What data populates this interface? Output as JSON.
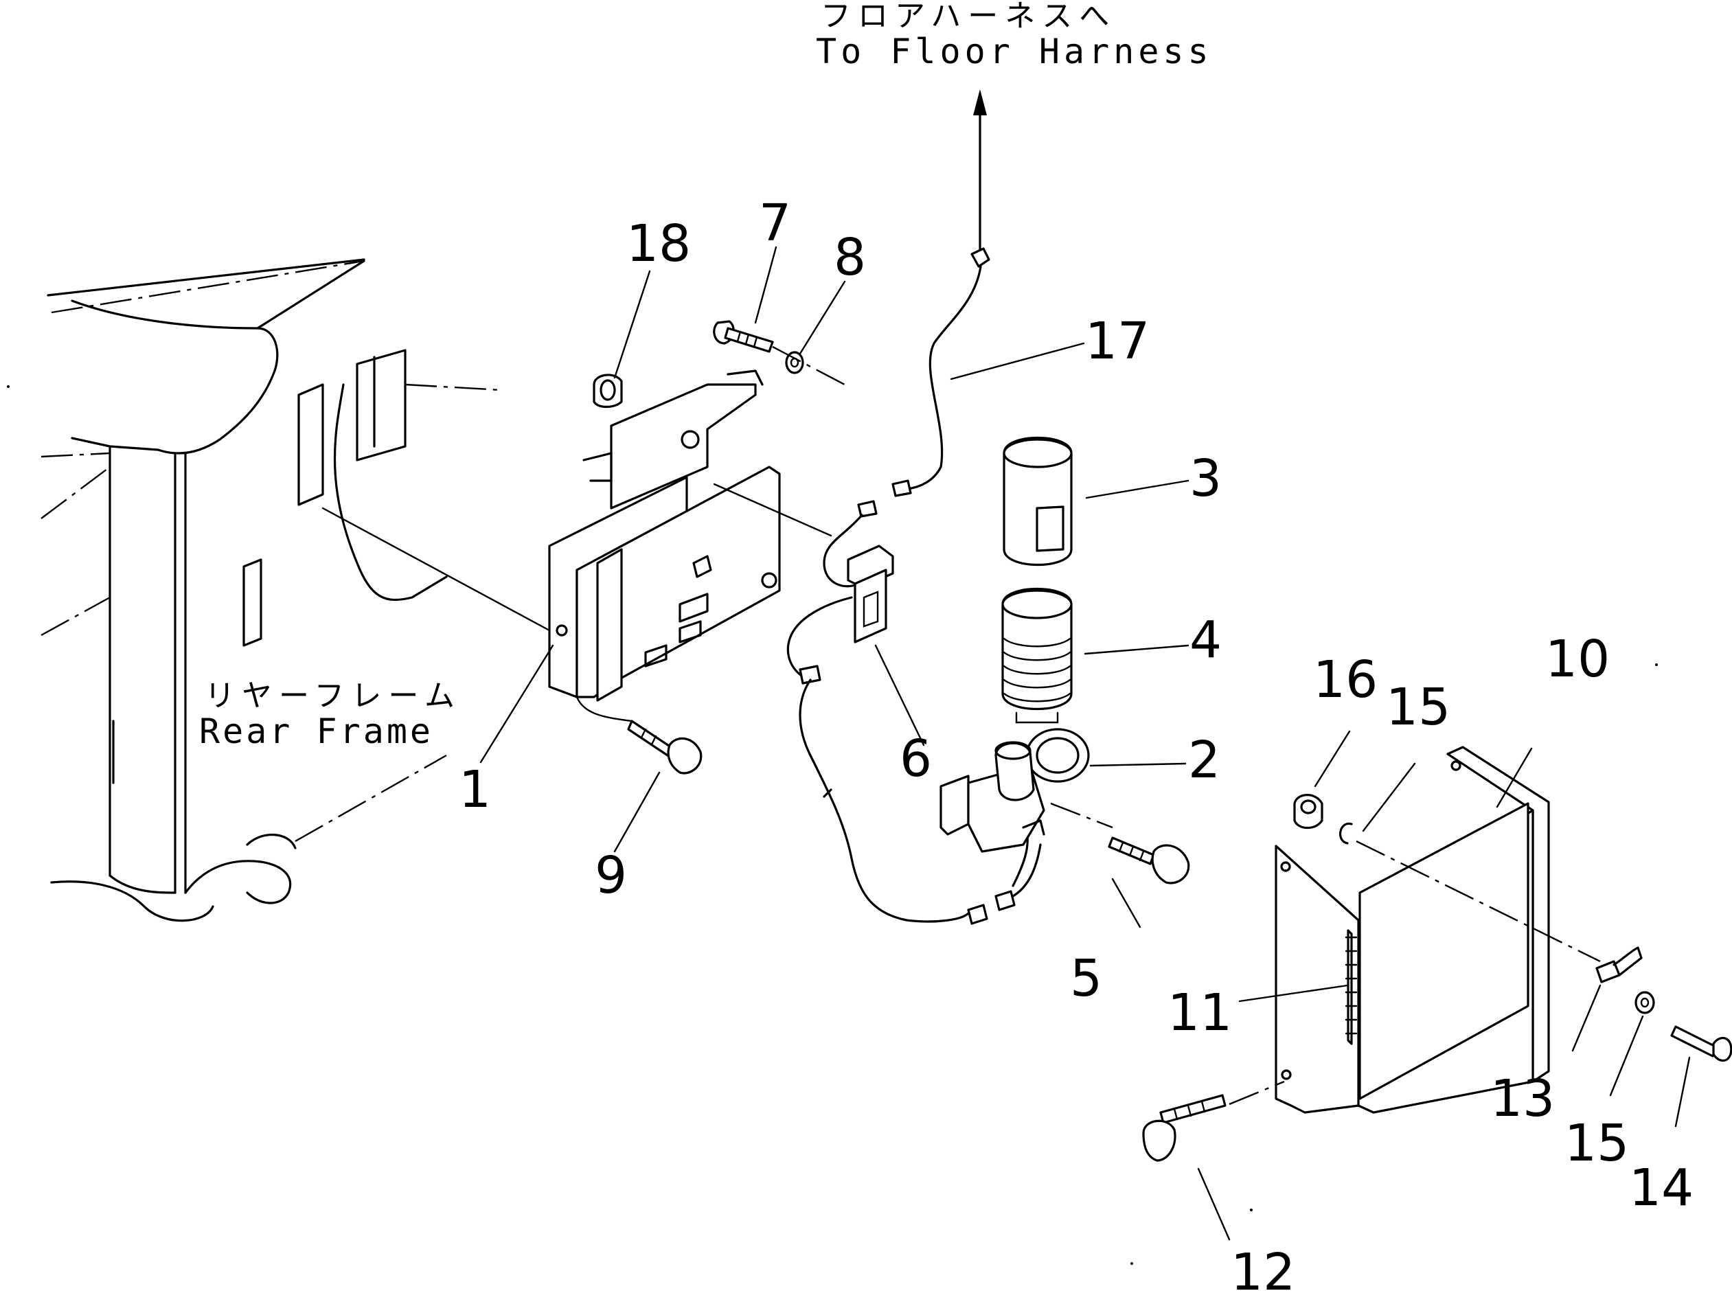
{
  "captions": {
    "floor_harness_jp": "フロアハーネスへ",
    "floor_harness_en": "To Floor Harness",
    "rear_frame_jp": "リヤーフレーム",
    "rear_frame_en": "Rear Frame"
  },
  "callouts": {
    "c1": "1",
    "c2": "2",
    "c3": "3",
    "c4": "4",
    "c5": "5",
    "c6": "6",
    "c7": "7",
    "c8": "8",
    "c9": "9",
    "c10": "10",
    "c11": "11",
    "c12": "12",
    "c13": "13",
    "c14": "14",
    "c15a": "15",
    "c15b": "15",
    "c16": "16",
    "c17": "17",
    "c18": "18"
  }
}
